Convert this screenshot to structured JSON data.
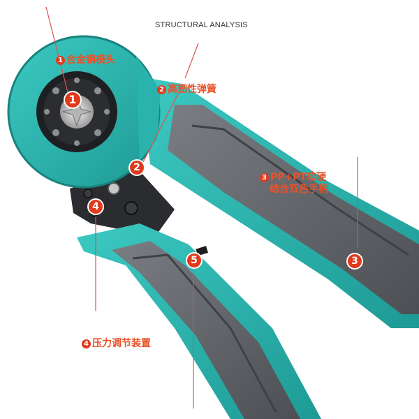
{
  "title": "STRUCTURAL ANALYSIS",
  "callouts": [
    {
      "number": "1",
      "label": "合金钢模头"
    },
    {
      "number": "2",
      "label": "高韧性弹簧"
    },
    {
      "number": "3",
      "label": "PP+PT软硬",
      "label_line2": "结合双色手柄"
    },
    {
      "number": "4",
      "label": "压力调节装置"
    }
  ],
  "markers": [
    "1",
    "2",
    "3",
    "4",
    "5"
  ],
  "colors": {
    "accent": "#e8532a",
    "badge": "#e03a1c",
    "teal": "#2ab3ad",
    "teal_dark": "#1c8a86",
    "grey_grip": "#6b6e73",
    "grey_dark": "#45484d",
    "black": "#1d1d1f"
  }
}
